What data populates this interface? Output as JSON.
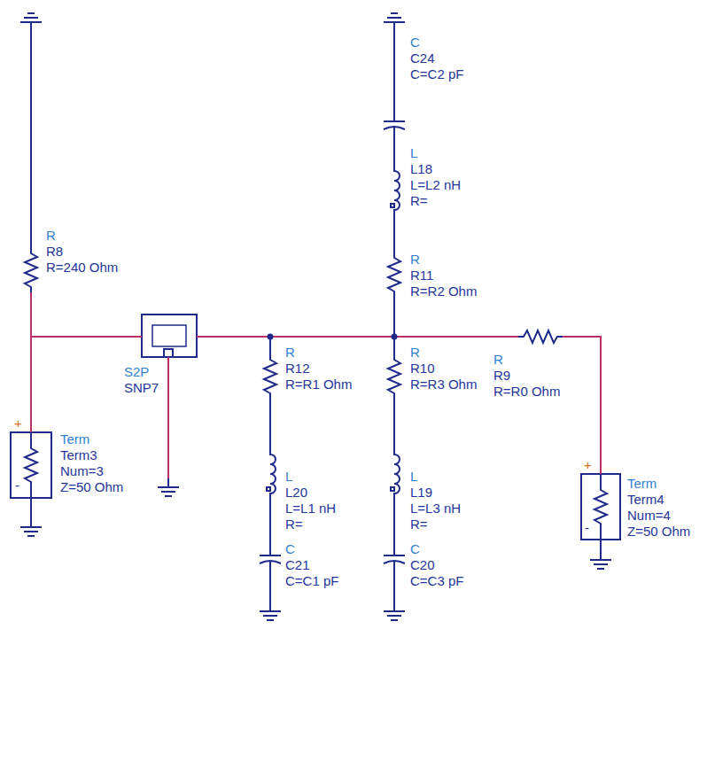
{
  "diagram": {
    "labels": [
      "C",
      "C24",
      "C=C2 pF",
      "L",
      "L18",
      "L=L2 nH",
      "R=",
      "R",
      "R11",
      "R=R2 Ohm",
      "R",
      "R8",
      "R=240 Ohm",
      "S2P",
      "SNP7",
      "R",
      "R12",
      "R=R1 Ohm",
      "R",
      "R10",
      "R=R3 Ohm",
      "R",
      "R9",
      "R=R0 Ohm",
      "+",
      "Term",
      "Term3",
      "Num=3",
      "Z=50 Ohm",
      "-",
      "L",
      "L20",
      "L=L1 nH",
      "R=",
      "L",
      "L19",
      "L=L3 nH",
      "R=",
      "+",
      "Term",
      "Term4",
      "Num=4",
      "Z=50 Ohm",
      "-",
      "C",
      "C21",
      "C=C1 pF",
      "C",
      "C20",
      "C=C3 pF"
    ]
  }
}
